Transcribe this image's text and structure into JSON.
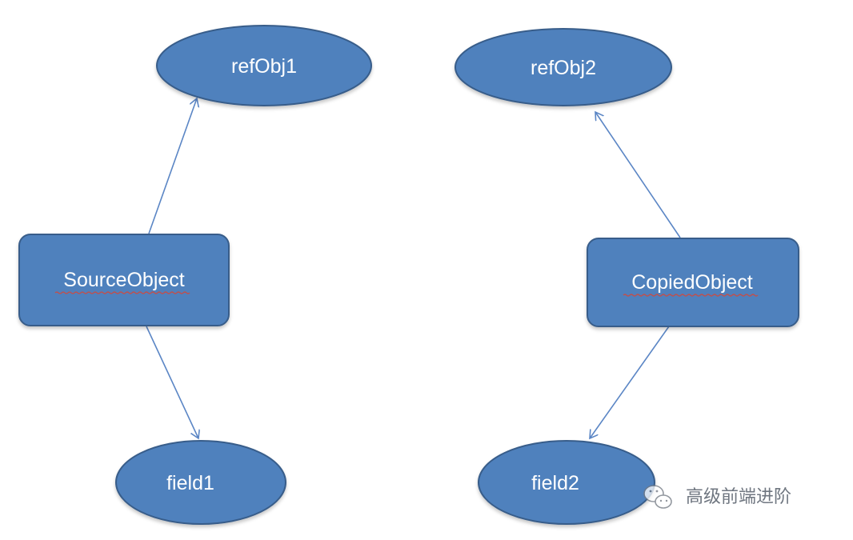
{
  "diagram": {
    "nodes": {
      "refObj1": {
        "label": "refObj1"
      },
      "refObj2": {
        "label": "refObj2"
      },
      "sourceObject": {
        "label": "SourceObject"
      },
      "copiedObject": {
        "label": "CopiedObject"
      },
      "field1": {
        "label": "field1"
      },
      "field2": {
        "label": "field2"
      }
    }
  },
  "watermark": {
    "text": "高级前端进阶",
    "icon": "wechat-icon"
  },
  "colors": {
    "node_fill": "#4f81bd",
    "node_stroke": "#385d8a",
    "edge": "#5b86c5",
    "label": "#ffffff",
    "spellcheck": "#c0504d",
    "watermark": "#6f7680"
  }
}
